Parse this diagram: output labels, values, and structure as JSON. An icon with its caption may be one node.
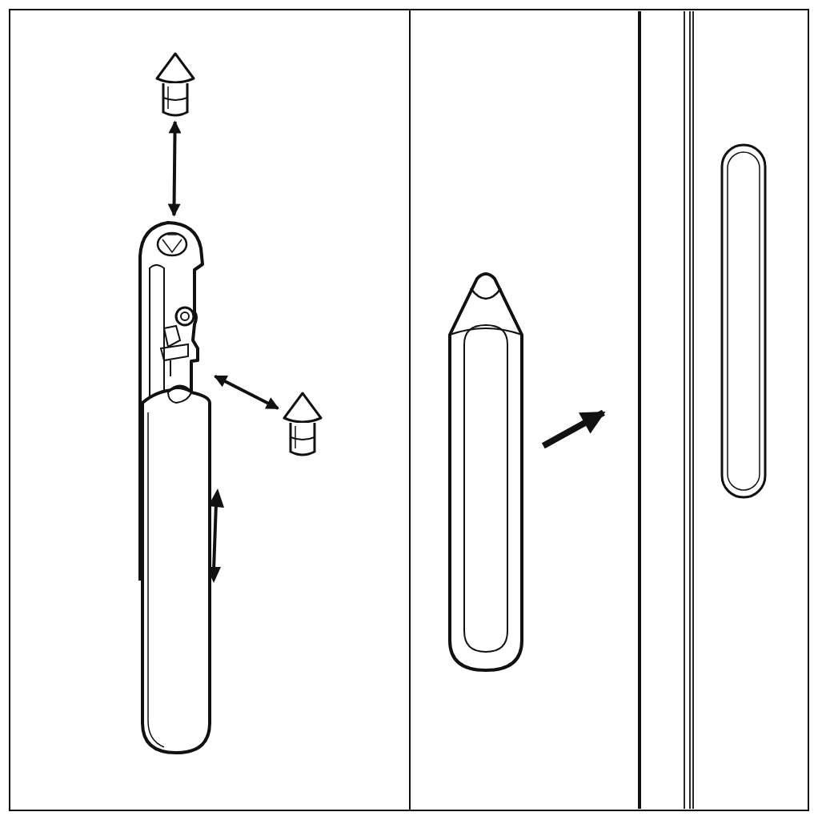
{
  "diagram": {
    "nodes": [
      {
        "text": [],
        "shape": "picture"
      },
      {
        "text": [],
        "shape": "picture"
      },
      {
        "text": [],
        "shape": "picture"
      },
      {
        "text": [],
        "shape": "picture"
      },
      {
        "text": [],
        "shape": "picture"
      }
    ],
    "edges": [
      {
        "from": 0,
        "to": 1,
        "arrow": "both"
      },
      {
        "from": 2,
        "to": 1,
        "arrow": "both"
      },
      {
        "from": 3,
        "to": 4,
        "arrow": "to",
        "style": "thick"
      }
    ]
  }
}
